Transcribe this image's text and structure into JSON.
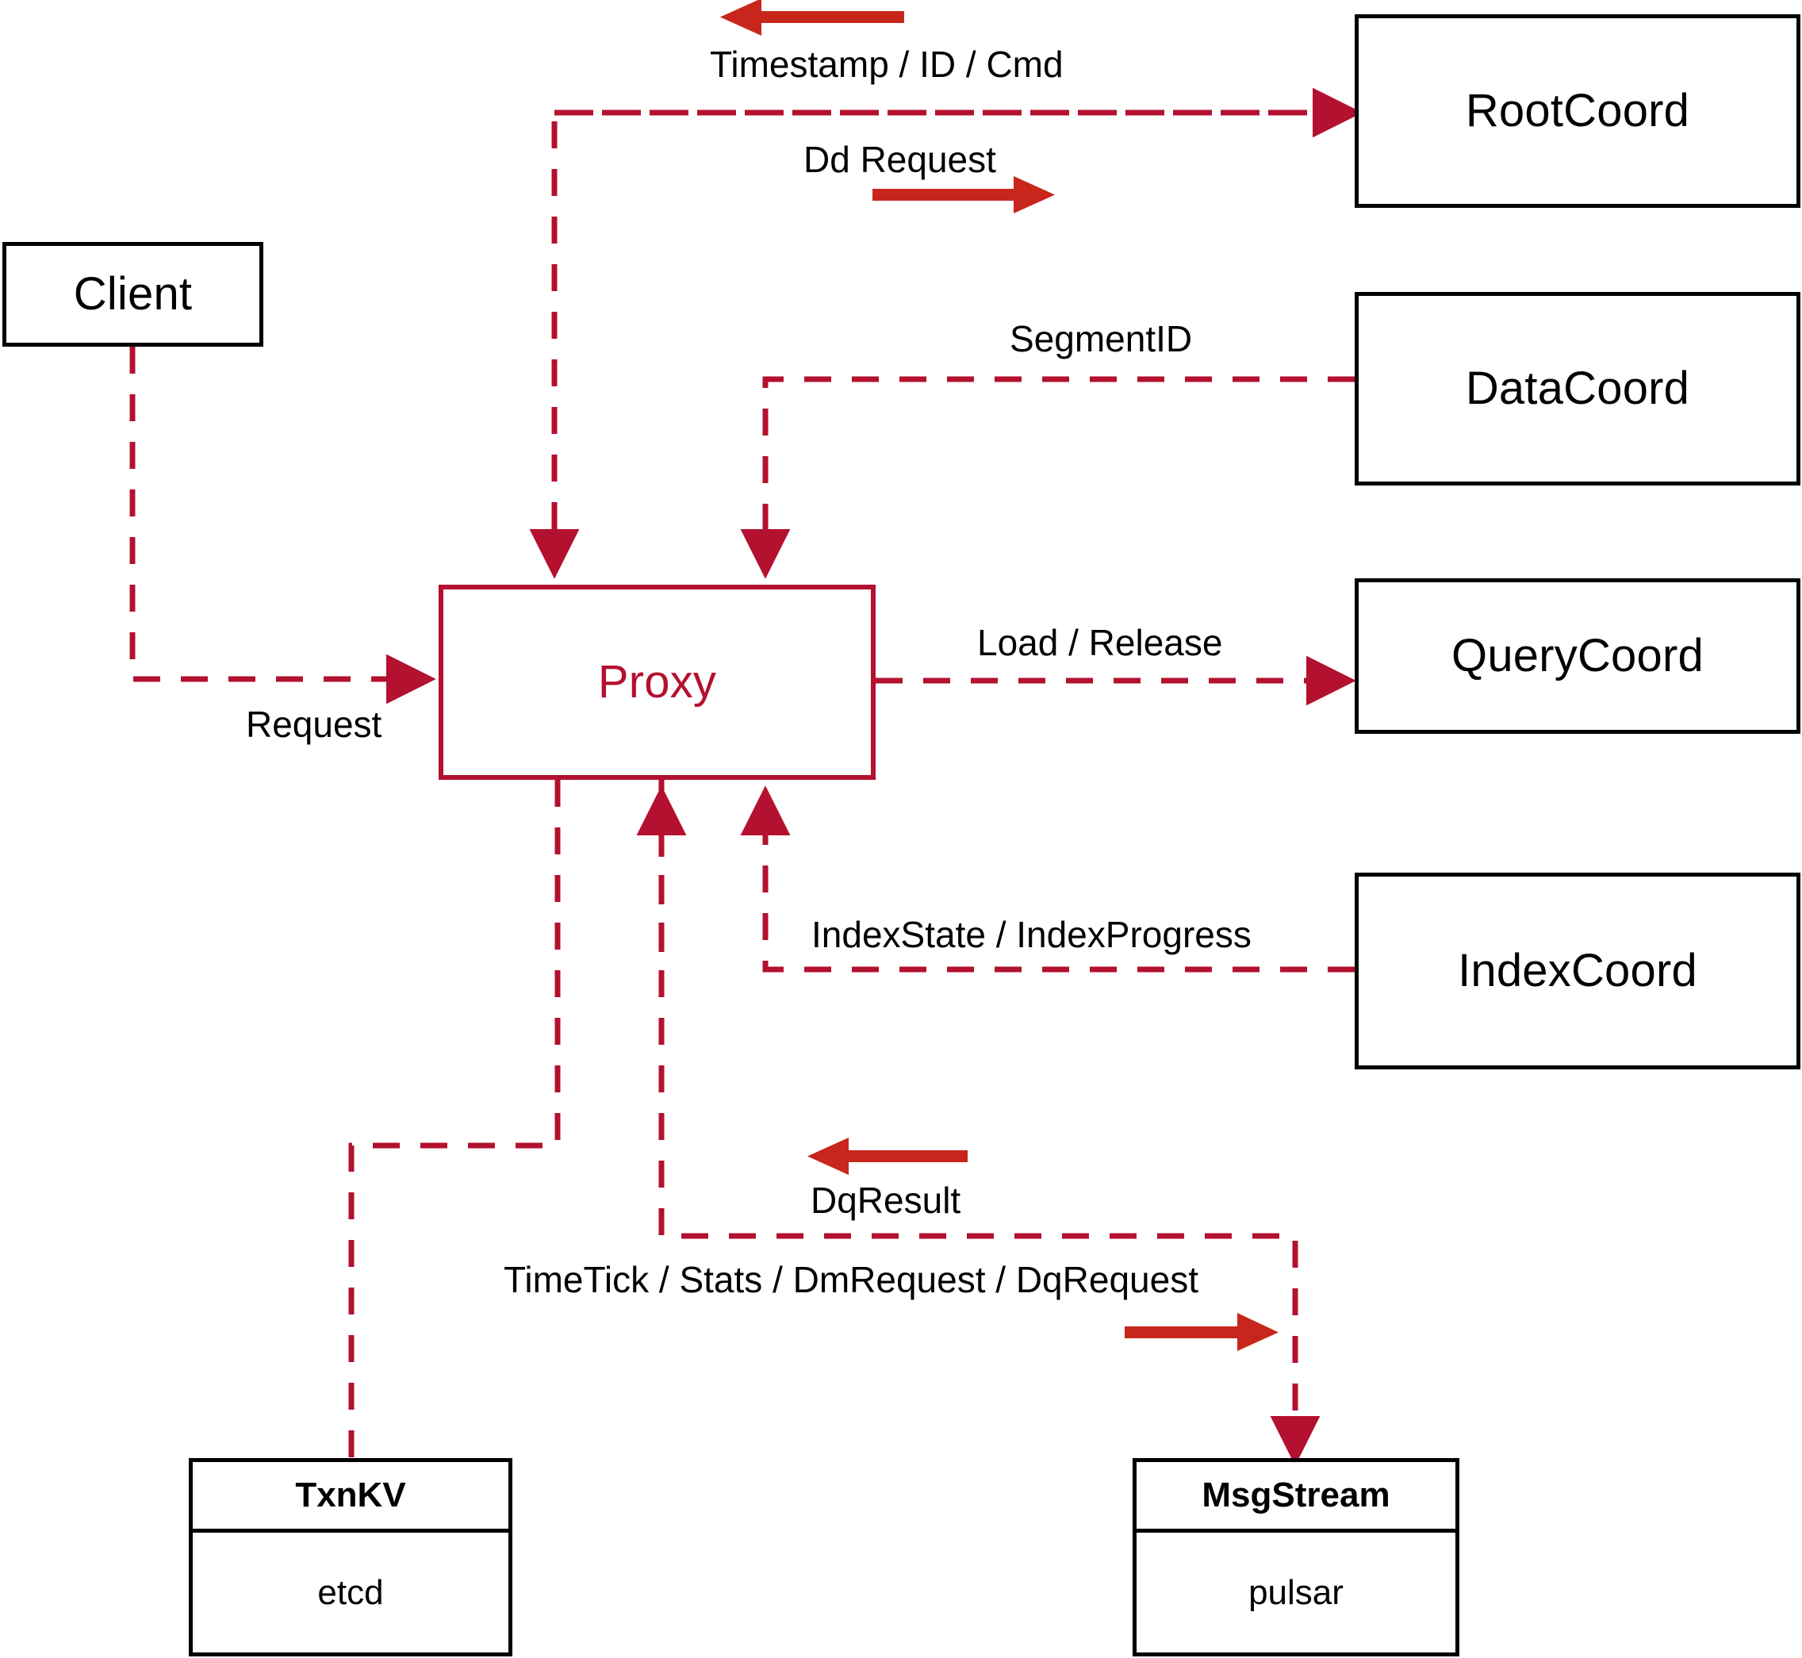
{
  "diagram": {
    "title": "Milvus Proxy interaction diagram",
    "colors": {
      "dashed_line": "#b3112f",
      "bold_arrow": "#c8261c",
      "node_border": "#000000",
      "proxy_border": "#b3112f",
      "proxy_text": "#b3112f",
      "background": "#ffffff",
      "label_text": "#000000"
    }
  },
  "nodes": {
    "client": {
      "label": "Client"
    },
    "proxy": {
      "label": "Proxy"
    },
    "root_coord": {
      "label": "RootCoord"
    },
    "data_coord": {
      "label": "DataCoord"
    },
    "query_coord": {
      "label": "QueryCoord"
    },
    "index_coord": {
      "label": "IndexCoord"
    },
    "txnkv": {
      "header": "TxnKV",
      "body": "etcd"
    },
    "msgstream": {
      "header": "MsgStream",
      "body": "pulsar"
    }
  },
  "edge_labels": {
    "timestamp_id_cmd": "Timestamp / ID / Cmd",
    "dd_request": "Dd Request",
    "segment_id": "SegmentID",
    "request": "Request",
    "load_release": "Load / Release",
    "index_state_progress": "IndexState / IndexProgress",
    "dq_result": "DqResult",
    "timetick_stats": "TimeTick / Stats / DmRequest / DqRequest"
  }
}
